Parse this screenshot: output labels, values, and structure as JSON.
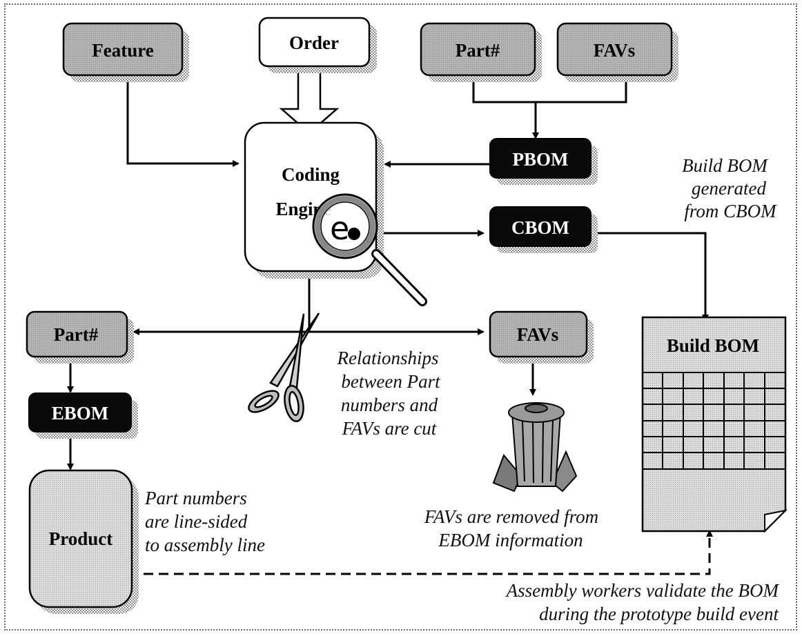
{
  "nodes": {
    "feature": "Feature",
    "order": "Order",
    "part_top": "Part#",
    "favs_top": "FAVs",
    "pbom": "PBOM",
    "cbom": "CBOM",
    "coding_line1": "Coding",
    "coding_line2": "Engine",
    "part_mid": "Part#",
    "favs_mid": "FAVs",
    "ebom": "EBOM",
    "product": "Product",
    "build_bom": "Build BOM"
  },
  "notes": {
    "build_bom_note": [
      "Build BOM",
      "generated",
      "from CBOM"
    ],
    "cut_note": [
      "Relationships",
      "between Part",
      "numbers and",
      "FAVs are cut"
    ],
    "linesided_note": [
      "Part numbers",
      "are line-sided",
      "to assembly line"
    ],
    "removed_note": [
      "FAVs are removed from",
      "EBOM information"
    ],
    "validate_note": [
      "Assembly workers validate the BOM",
      "during the prototype build event"
    ]
  },
  "icons": [
    "magnifier-icon",
    "scissors-icon",
    "trash-can-icon",
    "document-icon"
  ]
}
